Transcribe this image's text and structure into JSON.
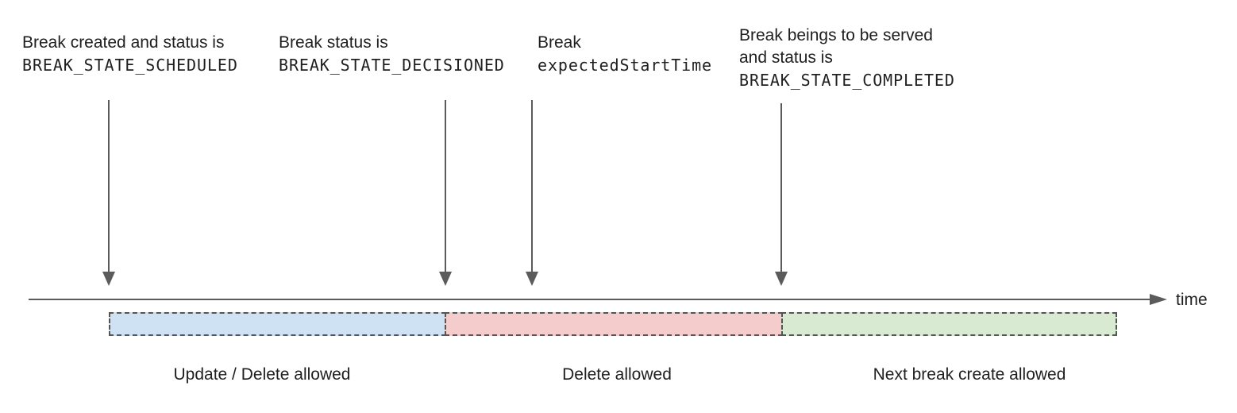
{
  "annotations": [
    {
      "text": "Break created and status is",
      "code": "BREAK_STATE_SCHEDULED"
    },
    {
      "text": "Break status is",
      "code": "BREAK_STATE_DECISIONED"
    },
    {
      "text": "Break",
      "code": "expectedStartTime"
    },
    {
      "text": "Break beings to be served",
      "text2": "and status is",
      "code": "BREAK_STATE_COMPLETED"
    }
  ],
  "axis": {
    "label": "time"
  },
  "segments": [
    {
      "label": "Update / Delete allowed",
      "color": "#cfe2f3"
    },
    {
      "label": "Delete allowed",
      "color": "#f4cccc"
    },
    {
      "label": "Next break create allowed",
      "color": "#d9ead3"
    }
  ],
  "palette": {
    "line": "#5b5b5b",
    "border": "#555555",
    "text": "#1f1f1f"
  }
}
